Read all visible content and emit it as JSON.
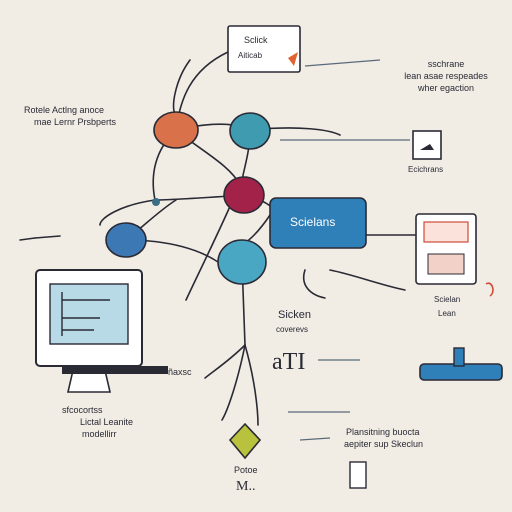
{
  "labels": {
    "top_box_1": "Sclick",
    "top_box_2": "Aiticab",
    "top_right_1": "sschrane",
    "top_right_2": "lean asae respeades",
    "top_right_3": "wher egaction",
    "left_1": "Rotele Actlng anoce",
    "left_2": "mae Lernr Prsbperts",
    "scielans_box": "Scielans",
    "right_mid": "Ecichrans",
    "right_screen_1": "Scielan",
    "right_screen_2": "Lean",
    "center_1": "Sicken",
    "center_2": "coverevs",
    "center_glyph": "aTI",
    "center_small": "ñaxsc",
    "bottom_left_1": "sfcocortss",
    "bottom_left_2": "Lictal Leanite",
    "bottom_left_3": "modellirr",
    "bottom_right_1": "Plansitning buocta",
    "bottom_right_2": "aepiter sup Skeclun",
    "bottom_center_1": "Potoe",
    "bottom_center_2": "M.."
  },
  "colors": {
    "background": "#f1ece4",
    "node_orange": "#d9724a",
    "node_teal": "#3f9bb0",
    "node_crimson": "#a3224a",
    "node_blue": "#3b78b4",
    "node_cyan": "#4aa7c4",
    "accent_box": "#2f7fb8",
    "ink": "#2a2a35"
  }
}
